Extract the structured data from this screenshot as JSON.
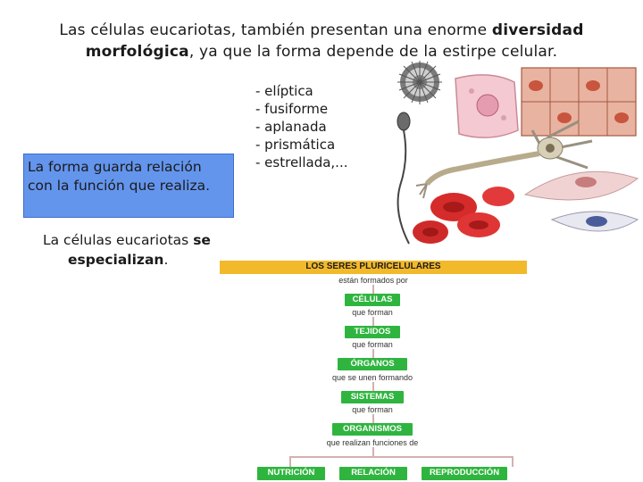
{
  "title": {
    "part1": "Las células eucariotas, también presentan una enorme ",
    "bold1": "diversidad",
    "bold2": "morfológica",
    "part2": ", ya que la forma depende de la estirpe celular."
  },
  "shapes": [
    "- elíptica",
    "- fusiforme",
    "- aplanada",
    "- prismática",
    "- estrellada,..."
  ],
  "bluebox_text": "La forma guarda relación con la función que realiza.",
  "specialize": {
    "part1": "La células eucariotas ",
    "bold1": "se",
    "bold2": "especializan",
    "part2": "."
  },
  "diagram": {
    "header": "LOS SERES PLURICELULARES",
    "header_sub": "están formados por",
    "levels": [
      {
        "label": "CÉLULAS",
        "sub": "que forman"
      },
      {
        "label": "TEJIDOS",
        "sub": "que forman"
      },
      {
        "label": "ÓRGANOS",
        "sub": "que se unen formando"
      },
      {
        "label": "SISTEMAS",
        "sub": "que forman"
      },
      {
        "label": "ORGANISMOS",
        "sub": "que realizan funciones de"
      }
    ],
    "functions": [
      "NUTRICIÓN",
      "RELACIÓN",
      "REPRODUCCIÓN"
    ],
    "colors": {
      "header": "#f2b92a",
      "box": "#2fb53f",
      "connector": "#d5b0b0"
    }
  }
}
